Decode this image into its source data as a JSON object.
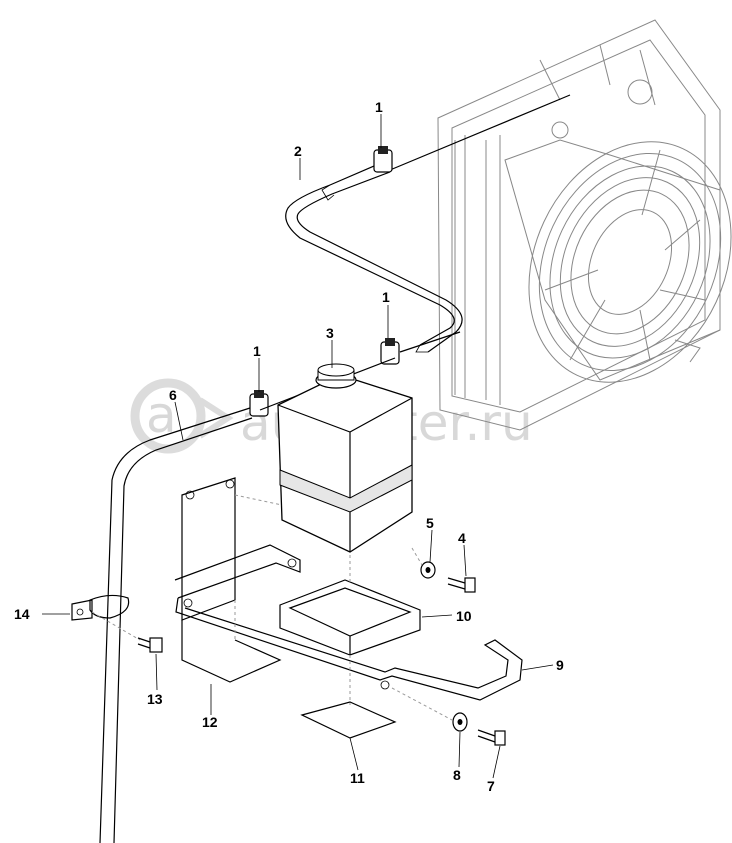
{
  "watermark": {
    "text": "autopiter.ru"
  },
  "callouts": [
    {
      "id": "c1a",
      "label": "1"
    },
    {
      "id": "c2",
      "label": "2"
    },
    {
      "id": "c1b",
      "label": "1"
    },
    {
      "id": "c3",
      "label": "3"
    },
    {
      "id": "c1c",
      "label": "1"
    },
    {
      "id": "c6",
      "label": "6"
    },
    {
      "id": "c5",
      "label": "5"
    },
    {
      "id": "c4",
      "label": "4"
    },
    {
      "id": "c14",
      "label": "14"
    },
    {
      "id": "c10",
      "label": "10"
    },
    {
      "id": "c9",
      "label": "9"
    },
    {
      "id": "c13",
      "label": "13"
    },
    {
      "id": "c12",
      "label": "12"
    },
    {
      "id": "c8",
      "label": "8"
    },
    {
      "id": "c7",
      "label": "7"
    },
    {
      "id": "c11",
      "label": "11"
    }
  ]
}
